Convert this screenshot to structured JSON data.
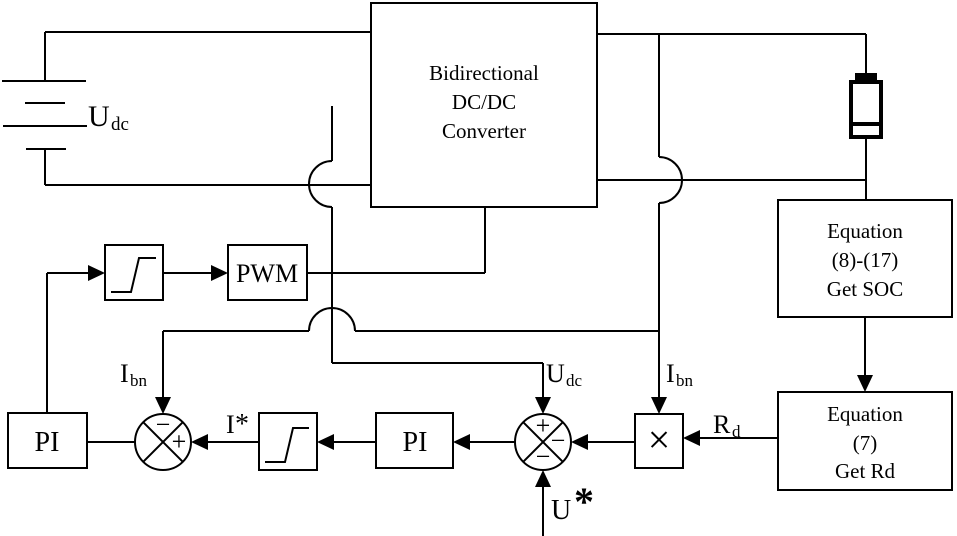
{
  "colors": {
    "line": "#000000",
    "background": "#ffffff"
  },
  "blocks": {
    "converter": {
      "line1": "Bidirectional",
      "line2": "DC/DC",
      "line3": "Converter"
    },
    "eq_soc": {
      "line1": "Equation",
      "line2": "(8)-(17)",
      "line3": "Get SOC"
    },
    "eq_rd": {
      "line1": "Equation",
      "line2": "(7)",
      "line3": "Get Rd"
    },
    "pwm": {
      "label": "PWM"
    },
    "pi_current": {
      "label": "PI"
    },
    "pi_voltage": {
      "label": "PI"
    },
    "multiplier": {
      "symbol": "×"
    }
  },
  "labels": {
    "source_voltage": {
      "main": "U",
      "sub": "dc"
    },
    "bus_voltage": {
      "main": "U",
      "sub": "dc"
    },
    "battery_current_outer": {
      "main": "I",
      "sub": "bn"
    },
    "battery_current_inner": {
      "main": "I",
      "sub": "bn"
    },
    "current_ref": {
      "main": "I",
      "sup": "*"
    },
    "voltage_ref": {
      "main": "U",
      "sup": "*"
    },
    "droop_resistance": {
      "main": "R",
      "sub": "d"
    }
  },
  "junctions": {
    "current_sum": {
      "top": "−",
      "right": "+"
    },
    "voltage_sum": {
      "top": "+",
      "right": "−",
      "bottom": "−"
    }
  }
}
